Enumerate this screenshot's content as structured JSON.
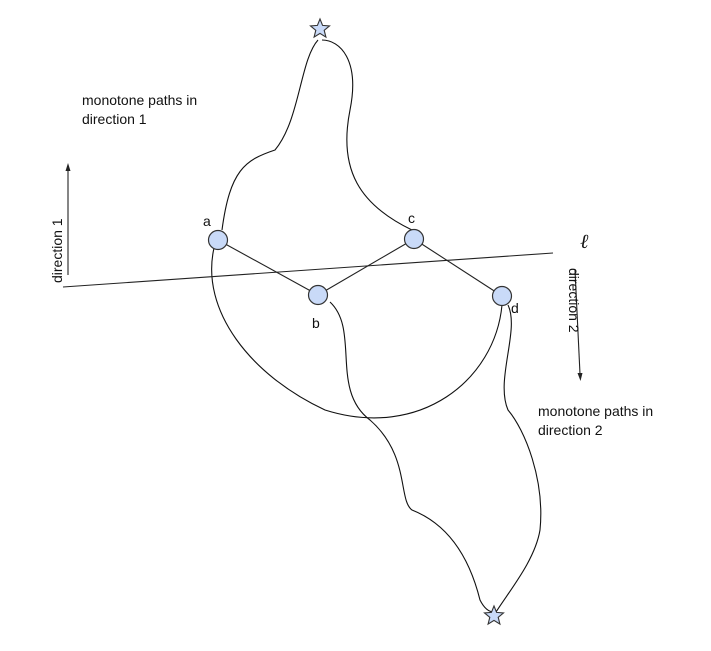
{
  "diagram": {
    "nodes": {
      "a": "a",
      "b": "b",
      "c": "c",
      "d": "d"
    },
    "line_label": "ℓ",
    "direction1_label": "direction 1",
    "direction2_label": "direction 2",
    "paths1_label": {
      "line1": "monotone paths in",
      "line2": "direction 1"
    },
    "paths2_label": {
      "line1": "monotone paths in",
      "line2": "direction 2"
    },
    "node_fill": "#c9daf8",
    "stroke_color": "#222222"
  }
}
